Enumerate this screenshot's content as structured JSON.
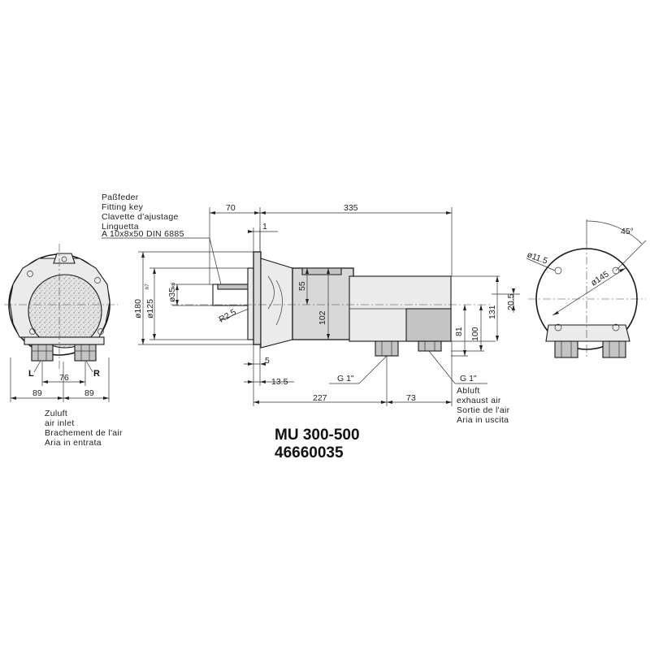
{
  "title": {
    "model": "MU 300-500",
    "part_number": "46660035"
  },
  "labels": {
    "key": [
      "Paßfeder",
      "Fitting key",
      "Clavette d'ajustage",
      "Linguetta",
      "A  10x8x50  DIN  6885"
    ],
    "inlet": [
      "Zuluft",
      "air  inlet",
      "Brachement  de  l'air",
      "Aria  in  entrata"
    ],
    "exhaust": [
      "Abluft",
      "exhaust  air",
      "Sortie  de  l'air",
      "Aria  in  uscita"
    ],
    "port_left": "L",
    "port_right": "R",
    "thread_inlet": "G  1\"",
    "thread_exhaust": "G  1\""
  },
  "dimensions": {
    "left_width_a": "89",
    "left_width_b": "89",
    "left_port_spacing": "76",
    "flange_offset": "70",
    "overall_length": "335",
    "flange_gap": "1",
    "shaft_dia": "ø35",
    "shaft_tol": "k6",
    "spigot_dia": "ø125",
    "spigot_tol": "h7",
    "flange_dia": "ø180",
    "key_height": "55",
    "body_height": "102",
    "radius": "R2.5",
    "flange_thickness": "5",
    "flange_to_port": "13.5",
    "port_height_a": "81",
    "port_height_b": "100",
    "axis_height": "131",
    "axis_offset": "20.5",
    "inlet_pos": "227",
    "exhaust_pos": "73",
    "hole_dia": "ø11.5",
    "bolt_circle": "ø145",
    "angle": "45°"
  }
}
